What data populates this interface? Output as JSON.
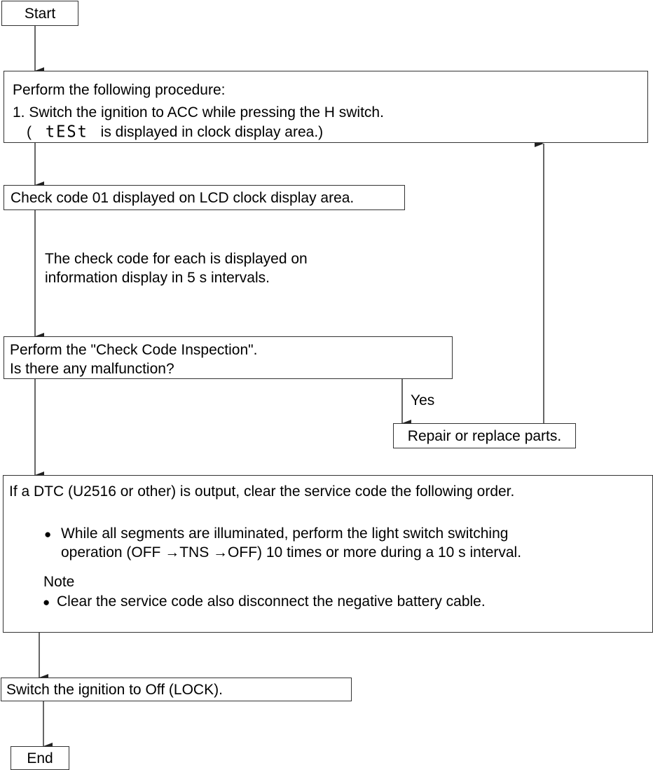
{
  "start": {
    "label": "Start"
  },
  "step1": {
    "title": "Perform the following procedure:",
    "line1": "1. Switch the ignition to ACC while pressing the H switch.",
    "line2_open": "(",
    "lcd_text": "tESt",
    "line2_rest": "is displayed in clock display area.)"
  },
  "step2": {
    "text": "Check code 01 displayed on LCD clock display area."
  },
  "annotation": {
    "line1": "The check code for each is displayed on",
    "line2": "information display in 5 s intervals."
  },
  "decision": {
    "line1": "Perform the \"Check Code Inspection\".",
    "line2": "Is there any malfunction?",
    "yes_label": "Yes"
  },
  "repair": {
    "text": "Repair or replace parts."
  },
  "clear": {
    "intro": "If a DTC (U2516 or other) is output, clear the service code the following order.",
    "bullet1_line1": "While all segments are illuminated, perform the light switch switching",
    "bullet1_line2": "operation (OFF →TNS →OFF) 10 times or more during a 10 s interval.",
    "note_label": "Note",
    "note_text": "Clear the service code also disconnect the negative battery cable.",
    "bullet_glyph": "●"
  },
  "switch_off": {
    "text": "Switch the ignition to Off (LOCK)."
  },
  "end": {
    "label": "End"
  }
}
